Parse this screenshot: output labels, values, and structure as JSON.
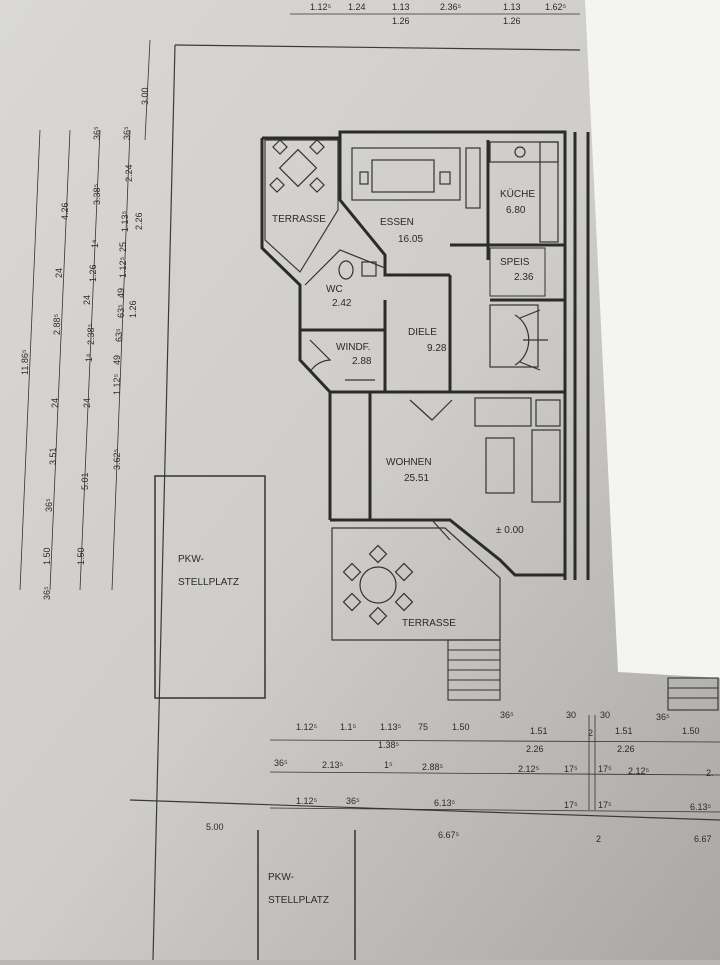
{
  "rooms": {
    "terrasse_upper": "TERRASSE",
    "essen": "ESSEN",
    "essen_area": "16.05",
    "kueche": "KÜCHE",
    "kueche_area": "6.80",
    "speis": "SPEIS",
    "speis_area": "2.36",
    "wc": "WC",
    "wc_area": "2.42",
    "diele": "DIELE",
    "diele_area": "9.28",
    "windf": "WINDF.",
    "windf_area": "2.88",
    "wohnen": "WOHNEN",
    "wohnen_area": "25.51",
    "level": "± 0.00",
    "terrasse_lower": "TERRASSE",
    "pkw1_a": "PKW-",
    "pkw1_b": "STELLPLATZ",
    "pkw2_a": "PKW-",
    "pkw2_b": "STELLPLATZ"
  },
  "dims_top": [
    "1.12⁵",
    "1.24",
    "1.13",
    "1.26",
    "2.36⁵",
    "1.13",
    "1.26",
    "1.62⁵"
  ],
  "dims_left": {
    "outer": "11.86⁵",
    "c1": [
      "4.26",
      "24",
      "2.88⁵",
      "24",
      "3.51",
      "36⁵",
      "1.50",
      "36⁵"
    ],
    "c2": [
      "36⁵",
      "3.38⁵",
      "1⁶",
      "1.26",
      "24",
      "2.38⁵",
      "1⁶",
      "24",
      "5.01",
      "1.50"
    ],
    "c3": [
      "36⁵",
      "2.24",
      "1.13⁵",
      "2.26",
      "25",
      "1.12⁵",
      "49",
      "63⁵",
      "1.26",
      "63⁵",
      "49",
      "1.12⁵",
      "3.62⁵"
    ],
    "c4": [
      "3.00"
    ]
  },
  "dims_bottom": {
    "row1": [
      "1.12⁵",
      "1.1⁵",
      "1.13⁵",
      "75",
      "1.50",
      "36⁵",
      "1.51",
      "30",
      "30",
      "1.51",
      "36⁵",
      "1.50"
    ],
    "row1b": [
      "1.38⁵",
      "2.26",
      "2",
      "2.26"
    ],
    "row2": [
      "36⁵",
      "2.13⁵",
      "1⁵",
      "2.88⁵",
      "2.12⁵",
      "17⁵",
      "17⁵",
      "2.12⁵",
      "2."
    ],
    "row3": [
      "1.12⁵",
      "36⁵",
      "6.13⁵",
      "17⁵",
      "17⁵",
      "6.13⁵"
    ],
    "row4": [
      "5.00",
      "6.67⁵",
      "2",
      "6.67"
    ]
  }
}
